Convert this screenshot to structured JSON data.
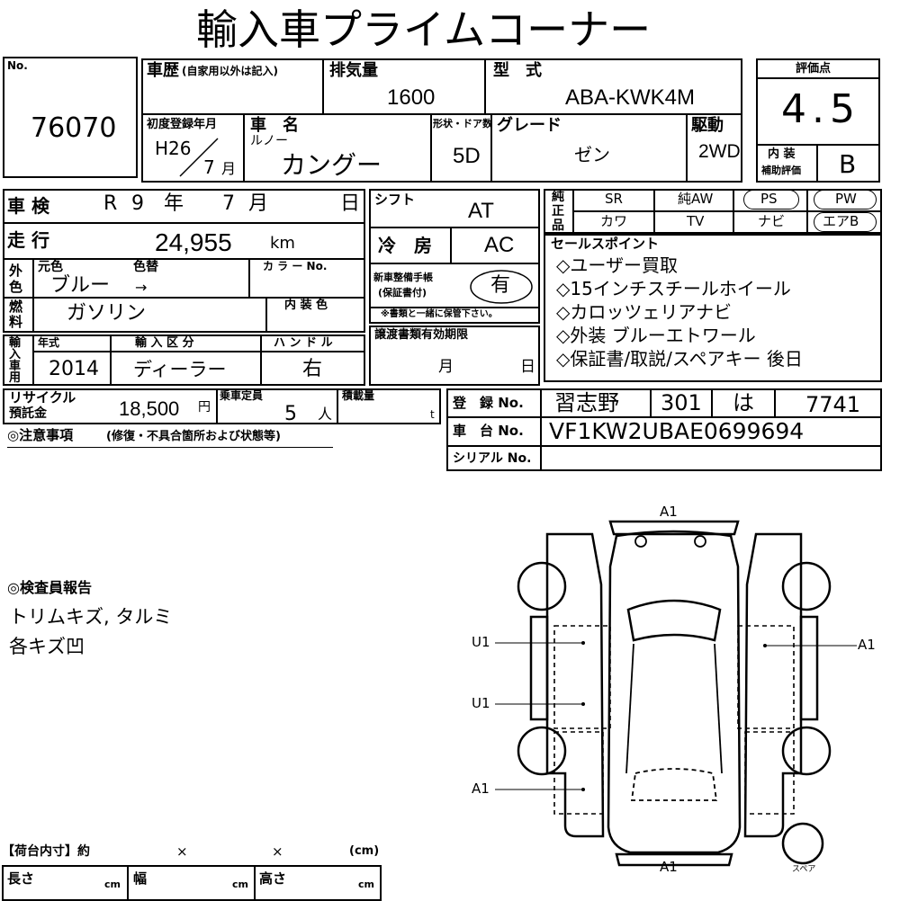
{
  "header": {
    "title": "輸入車プライムコーナー"
  },
  "lot": {
    "no_label": "No.",
    "number": "76070"
  },
  "history": {
    "label": "車歴",
    "note": "(自家用以外は記入)"
  },
  "displacement": {
    "label": "排気量",
    "value": "1600"
  },
  "model": {
    "label": "型　式",
    "value": "ABA-KWK4M"
  },
  "score": {
    "label": "評価点",
    "value": "4.5",
    "interior_label_1": "内 装",
    "interior_label_2": "補助評価",
    "interior_value": "B"
  },
  "first_reg": {
    "label": "初度登録年月",
    "year": "H26",
    "month": "7",
    "month_unit": "月"
  },
  "car_name": {
    "label": "車　名",
    "maker": "ルノー",
    "name": "カングー"
  },
  "shape": {
    "label": "形状・ドア数",
    "value": "5D"
  },
  "grade": {
    "label": "グレード",
    "value": "ゼン"
  },
  "drive": {
    "label": "駆動",
    "value": "2WD"
  },
  "inspection": {
    "label": "車 検",
    "era": "R",
    "year": "9",
    "year_unit": "年",
    "month": "7",
    "month_unit": "月",
    "day_unit": "日"
  },
  "shift": {
    "label": "シフト",
    "value": "AT"
  },
  "mileage": {
    "label": "走 行",
    "value": "24,955",
    "unit": "km"
  },
  "cooling": {
    "label": "冷　房",
    "value": "AC"
  },
  "equipment": {
    "label": "純正品",
    "row1": [
      "SR",
      "純AW",
      "PS",
      "PW"
    ],
    "row2": [
      "カワ",
      "TV",
      "ナビ",
      "エアB"
    ]
  },
  "color": {
    "label": "外色",
    "orig_label": "元色",
    "change_label": "色替",
    "orig_value": "ブルー",
    "arrow": "→",
    "code_label": "カ ラ ー No."
  },
  "maintenance": {
    "label_1": "新車整備手帳",
    "label_2": "(保証書付)",
    "value": "有",
    "note": "※書類と一緒に保管下さい。"
  },
  "fuel": {
    "label": "燃料",
    "value": "ガソリン",
    "interior_color_label": "内 装 色"
  },
  "sales_points": {
    "label": "セールスポイント",
    "items": [
      "◇ユーザー買取",
      "◇15インチスチールホイール",
      "◇カロッツェリアナビ",
      "◇外装 ブルーエトワール",
      "◇保証書/取説/スペアキー 後日"
    ]
  },
  "import_row": {
    "label": "輸入車用",
    "year_label": "年式",
    "year_value": "2014",
    "type_label": "輸 入 区 分",
    "type_value": "ディーラー",
    "handle_label": "ハ ン ド ル",
    "handle_value": "右"
  },
  "transfer": {
    "label": "譲渡書類有効期限",
    "month_unit": "月",
    "day_unit": "日"
  },
  "recycle": {
    "label_1": "リサイクル",
    "label_2": "預託金",
    "value": "18,500",
    "unit": "円"
  },
  "capacity": {
    "label": "乗車定員",
    "value": "5",
    "unit": "人"
  },
  "load": {
    "label": "積載量",
    "unit": "t"
  },
  "registration": {
    "label": "登　録 No.",
    "area": "習志野",
    "class": "301",
    "kana": "は",
    "number": "7741"
  },
  "chassis": {
    "label": "車　台 No.",
    "value": "VF1KW2UBAE0699694"
  },
  "serial": {
    "label": "シリアル No."
  },
  "notes": {
    "label": "◎注意事項",
    "sub": "(修復・不具合箇所および状態等)"
  },
  "inspector": {
    "label": "◎検査員報告",
    "lines": [
      "トリムキズ, タルミ",
      "各キズ凹"
    ]
  },
  "diagram": {
    "labels": {
      "front": "A1",
      "rear": "A1",
      "left_top": "U1",
      "left_mid": "U1",
      "left_bottom": "A1",
      "right_top": "A1",
      "spare": "スペア"
    }
  },
  "cargo": {
    "label": "【荷台内寸】約",
    "x": "×",
    "unit": "(cm)",
    "length": "長さ",
    "width": "幅",
    "height": "高さ",
    "cm": "cm"
  }
}
